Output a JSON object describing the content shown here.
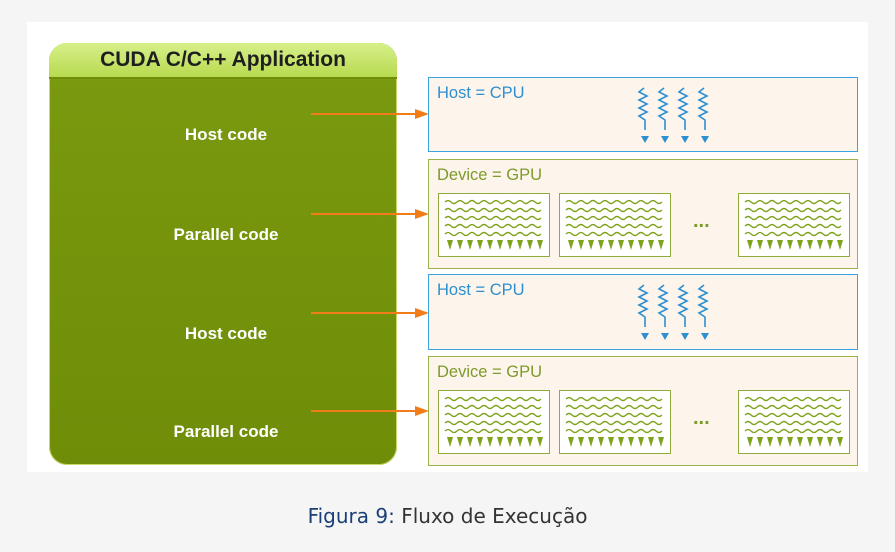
{
  "app": {
    "title": "CUDA C/C++ Application",
    "labels": [
      "Host code",
      "Parallel code",
      "Host code",
      "Parallel code"
    ]
  },
  "boxes": [
    {
      "type": "host",
      "title": "Host = CPU"
    },
    {
      "type": "device",
      "title": "Device = GPU",
      "ellipsis": "..."
    },
    {
      "type": "host",
      "title": "Host = CPU"
    },
    {
      "type": "device",
      "title": "Device = GPU",
      "ellipsis": "..."
    }
  ],
  "caption": {
    "label": "Figura 9:",
    "text": "Fluxo de Execução"
  },
  "colors": {
    "app_green": "#6f8d08",
    "header_green": "#c5e46a",
    "arrow_orange": "#f07d1a",
    "host_blue": "#3aa3e0",
    "device_green": "#9ab34a",
    "box_fill": "#fdf5ec"
  }
}
